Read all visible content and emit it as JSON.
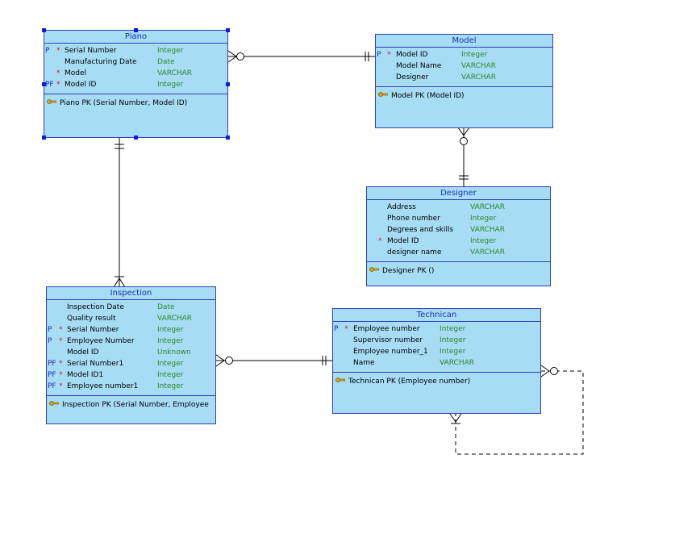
{
  "entities": {
    "piano": {
      "title": "Piano",
      "attributes": [
        {
          "prefix": "P",
          "star": "*",
          "name": "Serial Number",
          "type": "Integer"
        },
        {
          "prefix": "",
          "star": "",
          "name": "Manufacturing Date",
          "type": "Date"
        },
        {
          "prefix": "",
          "star": "*",
          "name": "Model",
          "type": "VARCHAR"
        },
        {
          "prefix": "PF",
          "star": "*",
          "name": "Model ID",
          "type": "Integer"
        }
      ],
      "key": "Piano PK (Serial Number, Model ID)"
    },
    "model": {
      "title": "Model",
      "attributes": [
        {
          "prefix": "P",
          "star": "*",
          "name": "Model ID",
          "type": "Integer"
        },
        {
          "prefix": "",
          "star": "",
          "name": "Model Name",
          "type": "VARCHAR"
        },
        {
          "prefix": "",
          "star": "",
          "name": "Designer",
          "type": "VARCHAR"
        }
      ],
      "key": "Model PK (Model ID)"
    },
    "designer": {
      "title": "Designer",
      "attributes": [
        {
          "prefix": "",
          "star": "",
          "name": "Address",
          "type": "VARCHAR"
        },
        {
          "prefix": "",
          "star": "",
          "name": "Phone number",
          "type": "Integer"
        },
        {
          "prefix": "",
          "star": "",
          "name": "Degrees and skills",
          "type": "VARCHAR"
        },
        {
          "prefix": "",
          "star": "*",
          "name": "Model ID",
          "type": "Integer"
        },
        {
          "prefix": "",
          "star": "",
          "name": "designer name",
          "type": "VARCHAR"
        }
      ],
      "key": "Designer PK ()"
    },
    "inspection": {
      "title": "Inspection",
      "attributes": [
        {
          "prefix": "",
          "star": "",
          "name": "Inspection Date",
          "type": "Date"
        },
        {
          "prefix": "",
          "star": "",
          "name": "Quality result",
          "type": "VARCHAR"
        },
        {
          "prefix": "P",
          "star": "*",
          "name": "Serial Number",
          "type": "Integer"
        },
        {
          "prefix": "P",
          "star": "*",
          "name": "Employee Number",
          "type": "Integer"
        },
        {
          "prefix": "",
          "star": "",
          "name": "Model ID",
          "type": "Unknown"
        },
        {
          "prefix": "PF",
          "star": "*",
          "name": "Serial Number1",
          "type": "Integer"
        },
        {
          "prefix": "PF",
          "star": "*",
          "name": "Model ID1",
          "type": "Integer"
        },
        {
          "prefix": "PF",
          "star": "*",
          "name": "Employee number1",
          "type": "Integer"
        }
      ],
      "key": "Inspection PK (Serial Number, Employee"
    },
    "technican": {
      "title": "Technican",
      "attributes": [
        {
          "prefix": "P",
          "star": "*",
          "name": "Employee number",
          "type": "Integer"
        },
        {
          "prefix": "",
          "star": "",
          "name": "Supervisor number",
          "type": "Integer"
        },
        {
          "prefix": "",
          "star": "",
          "name": "Employee number_1",
          "type": "Integer"
        },
        {
          "prefix": "",
          "star": "",
          "name": "Name",
          "type": "VARCHAR"
        }
      ],
      "key": "Technican PK (Employee number)"
    }
  },
  "colors": {
    "entity_fill": "#a6dcf4",
    "entity_border": "#2f3fb7",
    "title_text": "#1c2fb3",
    "type_text": "#2a8a2a",
    "required_star": "#e01010",
    "selection_handle": "#0a1fd8"
  },
  "icons": {
    "key": "key-icon"
  }
}
